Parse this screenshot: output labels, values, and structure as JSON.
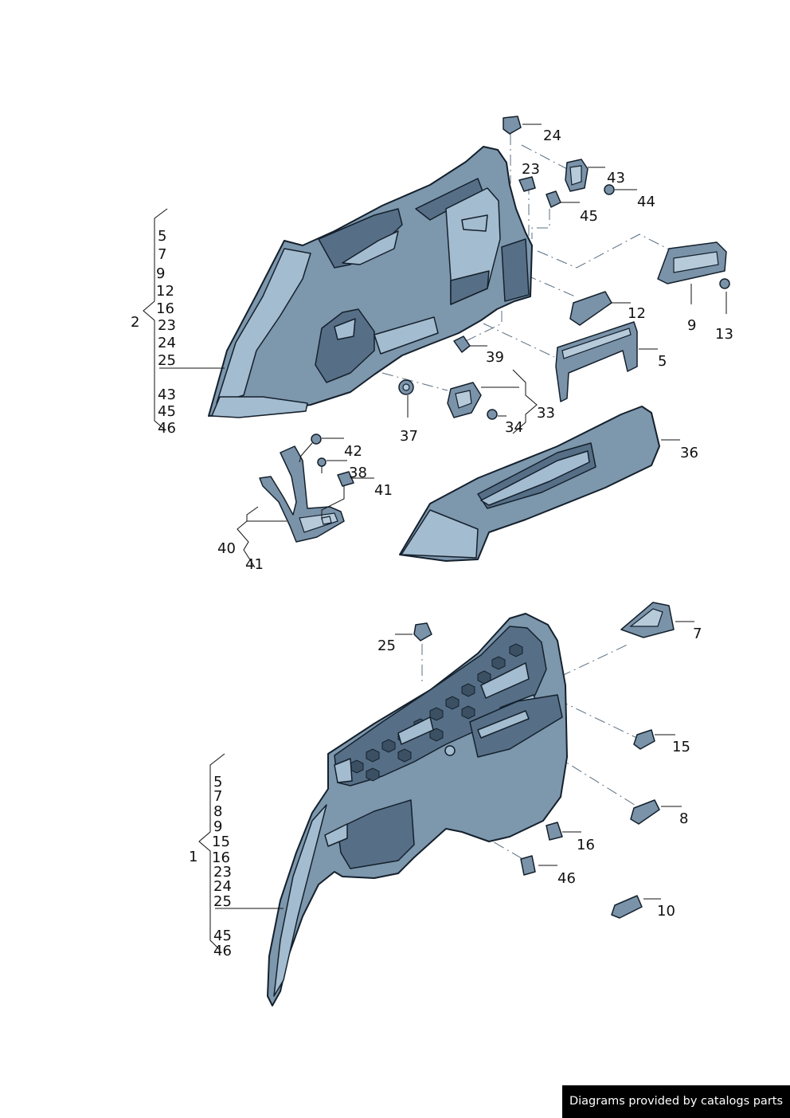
{
  "credit": "Diagrams provided by catalogs parts",
  "labels": {
    "n24": "24",
    "n23": "23",
    "n43": "43",
    "n44": "44",
    "n45": "45",
    "n12": "12",
    "n9": "9",
    "n13": "13",
    "n5": "5",
    "n39": "39",
    "n37": "37",
    "n33": "33",
    "n34": "34",
    "n36": "36",
    "n42": "42",
    "n38": "38",
    "n41": "41",
    "n40": "40",
    "n41b": "41",
    "n25": "25",
    "n7": "7",
    "n15": "15",
    "n8": "8",
    "n16": "16",
    "n46": "46",
    "n10": "10"
  },
  "group2": {
    "number": "2",
    "items": [
      "5",
      "7",
      "9",
      "12",
      "16",
      "23",
      "24",
      "25",
      "43",
      "45",
      "46"
    ]
  },
  "group1": {
    "number": "1",
    "items": [
      "5",
      "7",
      "8",
      "9",
      "15",
      "16",
      "23",
      "24",
      "25",
      "45",
      "46"
    ]
  }
}
